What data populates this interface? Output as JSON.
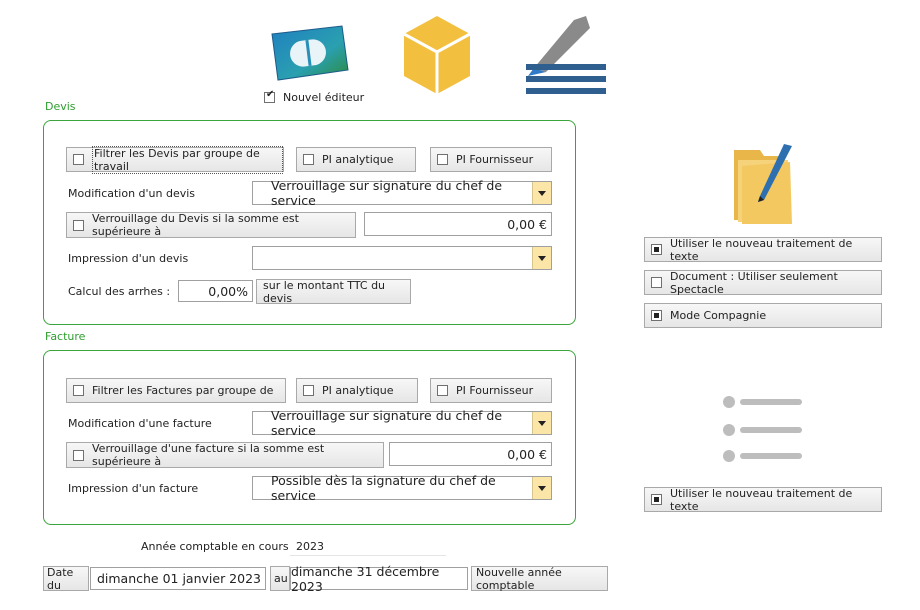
{
  "header": {
    "nouvel_editeur": {
      "label": "Nouvel éditeur",
      "checked": true
    }
  },
  "devis": {
    "title": "Devis",
    "filtrer": "Filtrer les Devis par groupe de travail",
    "pi_analytique": "PI analytique",
    "pi_fournisseur": "PI Fournisseur",
    "modification_label": "Modification d'un devis",
    "modification_value": "Verrouillage sur signature du chef de service",
    "verrouillage_label": "Verrouillage du Devis si la somme est supérieure à",
    "verrouillage_amount": "0,00 €",
    "impression_label": "Impression d'un devis",
    "impression_value": "",
    "arrhes_label": "Calcul des arrhes :",
    "arrhes_value": "0,00%",
    "arrhes_suffix": "sur le montant TTC du devis"
  },
  "facture": {
    "title": "Facture",
    "filtrer": "Filtrer les Factures par groupe de",
    "pi_analytique": "PI analytique",
    "pi_fournisseur": "PI Fournisseur",
    "modification_label": "Modification d'une facture",
    "modification_value": "Verrouillage sur signature du chef de service",
    "verrouillage_label": "Verrouillage d'une facture si la somme est supérieure à",
    "verrouillage_amount": "0,00 €",
    "impression_label": "Impression d'un facture",
    "impression_value": "Possible dès la signature du chef de service"
  },
  "right": {
    "traitement_texte_1": {
      "label": "Utiliser le nouveau traitement de texte",
      "checked": true
    },
    "document_spectacle": {
      "label": "Document : Utiliser seulement Spectacle",
      "checked": false
    },
    "mode_compagnie": {
      "label": "Mode Compagnie",
      "checked": true
    },
    "traitement_texte_2": {
      "label": "Utiliser le nouveau traitement de texte",
      "checked": true
    }
  },
  "footer": {
    "annee_label": "Année comptable en cours",
    "annee_value": "2023",
    "date_du_label": "Date du",
    "date_du_value": "dimanche 01 janvier 2023",
    "au_label": "au",
    "date_au_value": "dimanche 31 décembre 2023",
    "nouvelle_annee_button": "Nouvelle année comptable"
  },
  "icons": {
    "cb_card": "cb-card-icon",
    "box": "box-icon",
    "pen_lines": "pen-lines-icon",
    "folder_pen": "folder-pen-icon",
    "list": "list-icon"
  },
  "colors": {
    "section_green": "#2e9e2e",
    "combo_arrow": "#fbe6a8",
    "box_yellow": "#f3bf3f"
  }
}
